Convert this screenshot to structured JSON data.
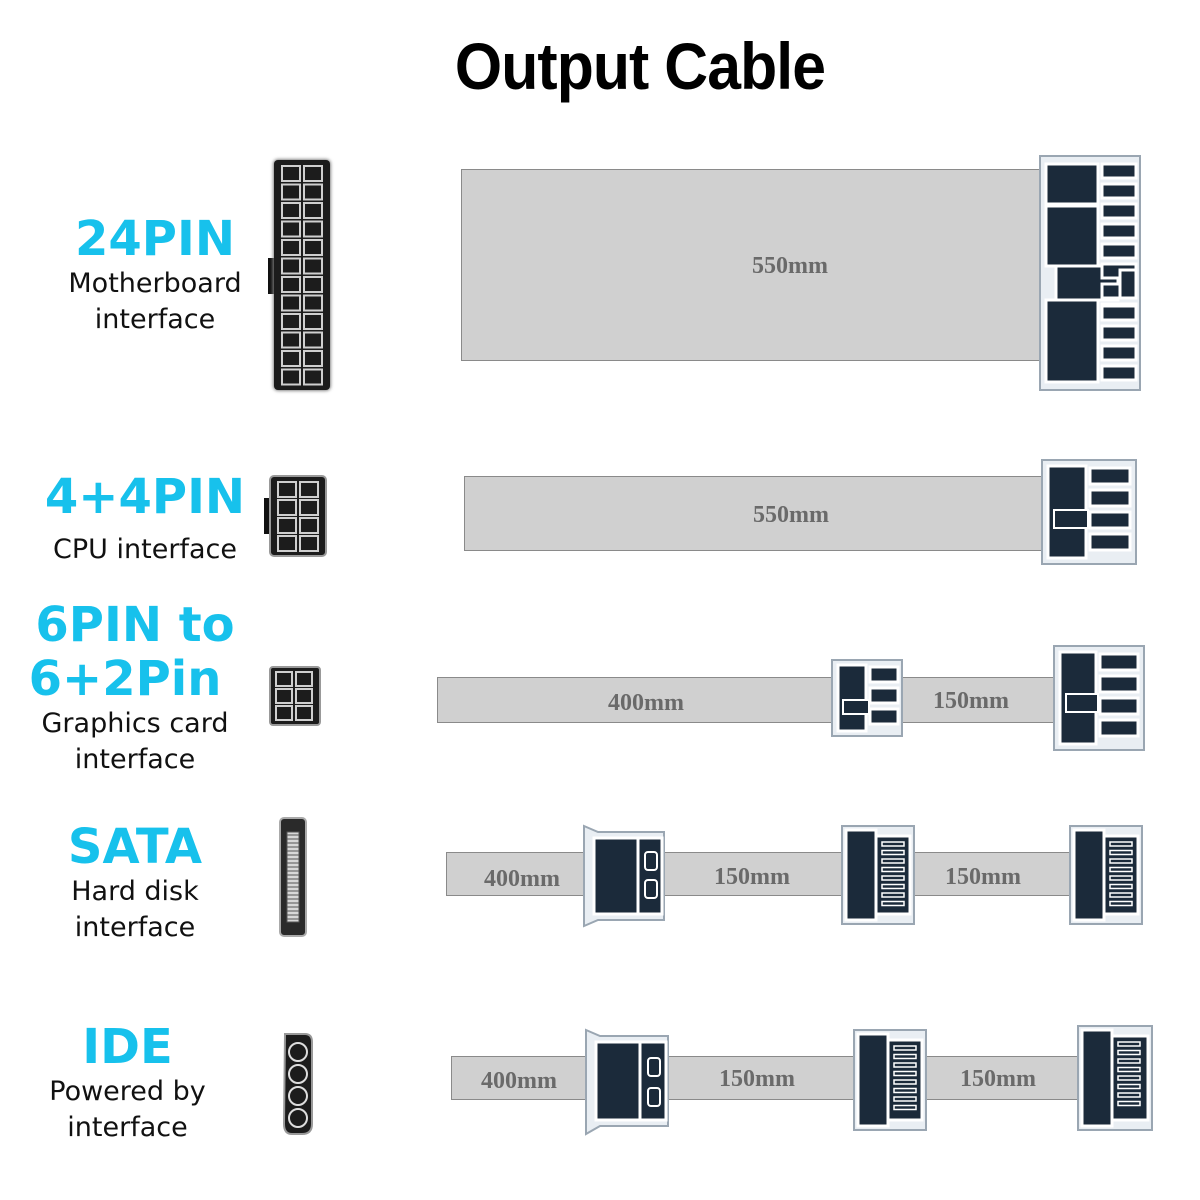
{
  "title": "Output Cable",
  "rows": [
    {
      "name": "24PIN",
      "desc": [
        "Motherboard",
        "interface"
      ],
      "lengths": [
        "550mm"
      ]
    },
    {
      "name": "4+4PIN",
      "desc": [
        "CPU interface"
      ],
      "lengths": [
        "550mm"
      ]
    },
    {
      "name": [
        "6PIN to",
        "6+2Pin"
      ],
      "desc": [
        "Graphics card",
        "interface"
      ],
      "lengths": [
        "400mm",
        "150mm"
      ]
    },
    {
      "name": "SATA",
      "desc": [
        "Hard disk",
        "interface"
      ],
      "lengths": [
        "400mm",
        "150mm",
        "150mm"
      ]
    },
    {
      "name": "IDE",
      "desc": [
        "Powered by",
        "interface"
      ],
      "lengths": [
        "400mm",
        "150mm",
        "150mm"
      ]
    }
  ],
  "colors": {
    "accent": "#17c1ec",
    "cable": "#d0d0d0",
    "connector": "#1b2a3a"
  }
}
